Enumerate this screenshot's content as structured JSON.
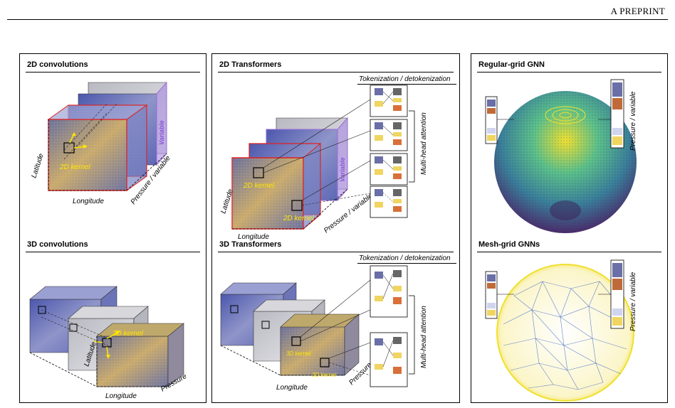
{
  "header": {
    "label": "A PREPRINT"
  },
  "panels": {
    "conv2d": {
      "title": "2D convolutions",
      "latitude": "Latitude",
      "longitude": "Longitude",
      "pressure_variable": "Pressure / variable",
      "variable": "Variable",
      "kernel": "2D kernel"
    },
    "conv3d": {
      "title": "3D convolutions",
      "latitude": "Latitude",
      "longitude": "Longitude",
      "pressure": "Pressure",
      "kernel": "3D kernel"
    },
    "trans2d": {
      "title": "2D Transformers",
      "tokenization": "Tokenization / detokenization",
      "attention": "Multi-head attention",
      "latitude": "Latitude",
      "longitude": "Longitude",
      "pressure_variable": "Pressure / variable",
      "variable": "Variable",
      "kernel_top": "2D kernel",
      "kernel_bottom": "2D kernel"
    },
    "trans3d": {
      "title": "3D Transformers",
      "tokenization": "Tokenization / detokenization",
      "attention": "Multi-head attention",
      "longitude": "Longitude",
      "pressure": "Pressure",
      "kernel_top": "3D kernel",
      "kernel_bottom": "3D kernel"
    },
    "gnn_regular": {
      "title": "Regular-grid GNN",
      "pressure_variable": "Pressure / variable"
    },
    "gnn_mesh": {
      "title": "Mesh-grid GNNs",
      "pressure_variable": "Pressure / variable"
    }
  },
  "colors": {
    "field_blue": "#5a68b8",
    "field_gray": "#c8c8cc",
    "field_yellow": "#c9a860",
    "frame_red": "#e02020",
    "frame_purple": "#9a6ad8",
    "kernel_yellow": "#ffe600",
    "token_yellow": "#f0d560",
    "token_orange": "#d9703a",
    "mesh_blue": "#3b66c4",
    "mesh_yellow": "#f0e030"
  }
}
